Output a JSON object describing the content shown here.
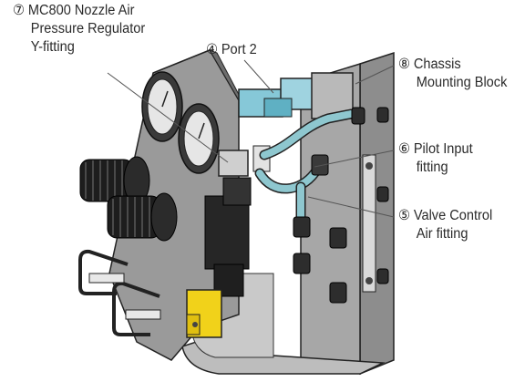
{
  "callouts": [
    {
      "id": "7",
      "number": "⑦",
      "lines": [
        "MC800 Nozzle Air",
        "Pressure Regulator",
        "Y-fitting"
      ]
    },
    {
      "id": "4",
      "number": "④",
      "lines": [
        "Port 2"
      ]
    },
    {
      "id": "8",
      "number": "⑧",
      "lines": [
        "Chassis",
        "Mounting Block"
      ]
    },
    {
      "id": "6",
      "number": "⑥",
      "lines": [
        "Pilot Input",
        "fitting"
      ]
    },
    {
      "id": "5",
      "number": "⑤",
      "lines": [
        "Valve Control",
        "Air fitting"
      ]
    }
  ],
  "colors": {
    "text": "#2a2a2a",
    "panel": "#9c9c9c",
    "panel_dark": "#6e6e6e",
    "tubing": "#8ec7cf",
    "valve": "#86c8d8",
    "yellow_block": "#f1d21a",
    "knob": "#1d1d1d"
  }
}
